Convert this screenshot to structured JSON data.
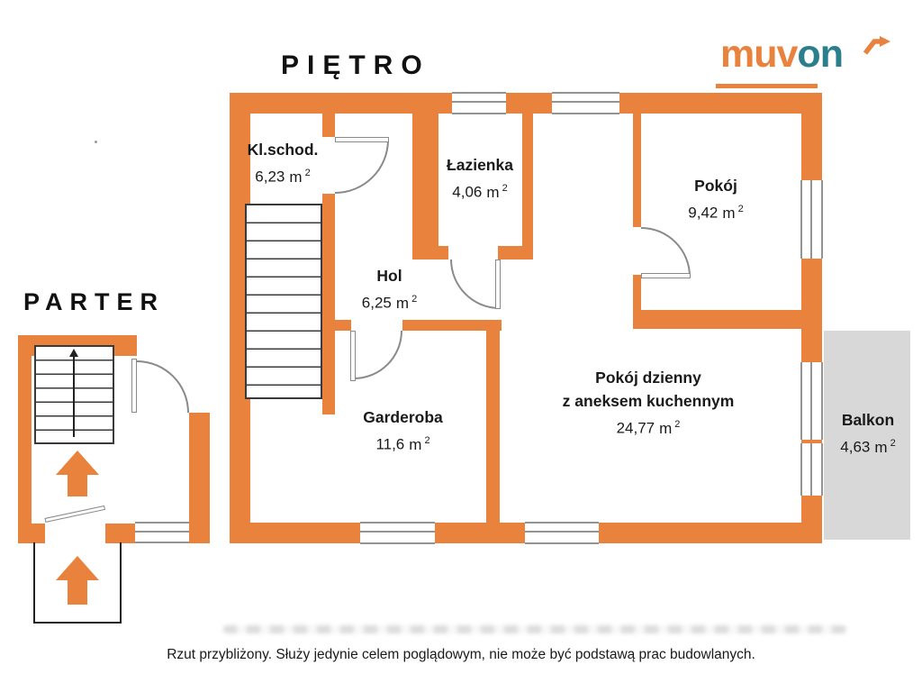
{
  "pietro": {
    "title": "PIĘTRO"
  },
  "parter": {
    "title": "PARTER"
  },
  "logo": {
    "text_primary": "muv",
    "text_secondary": "on"
  },
  "area_unit": "m",
  "area_sup": "2",
  "rooms": {
    "klschod": {
      "name": "Kl.schod.",
      "area": "6,23"
    },
    "lazienka": {
      "name": "Łazienka",
      "area": "4,06"
    },
    "hol": {
      "name": "Hol",
      "area": "6,25"
    },
    "pokoj": {
      "name": "Pokój",
      "area": "9,42"
    },
    "garderoba": {
      "name": "Garderoba",
      "area": "11,6"
    },
    "pokoj_dzienny": {
      "name": "Pokój dzienny",
      "name2": "z aneksem kuchennym",
      "area": "24,77"
    },
    "balkon": {
      "name": "Balkon",
      "area": "4,63"
    }
  },
  "footer": {
    "disclaimer": "Rzut przybliżony. Służy jedynie celem poglądowym, nie może być podstawą prac budowlanych."
  },
  "colors": {
    "wall_orange": "#E8823C",
    "logo_teal": "#2B7E8C",
    "balcony_gray": "#D8D8D8"
  }
}
